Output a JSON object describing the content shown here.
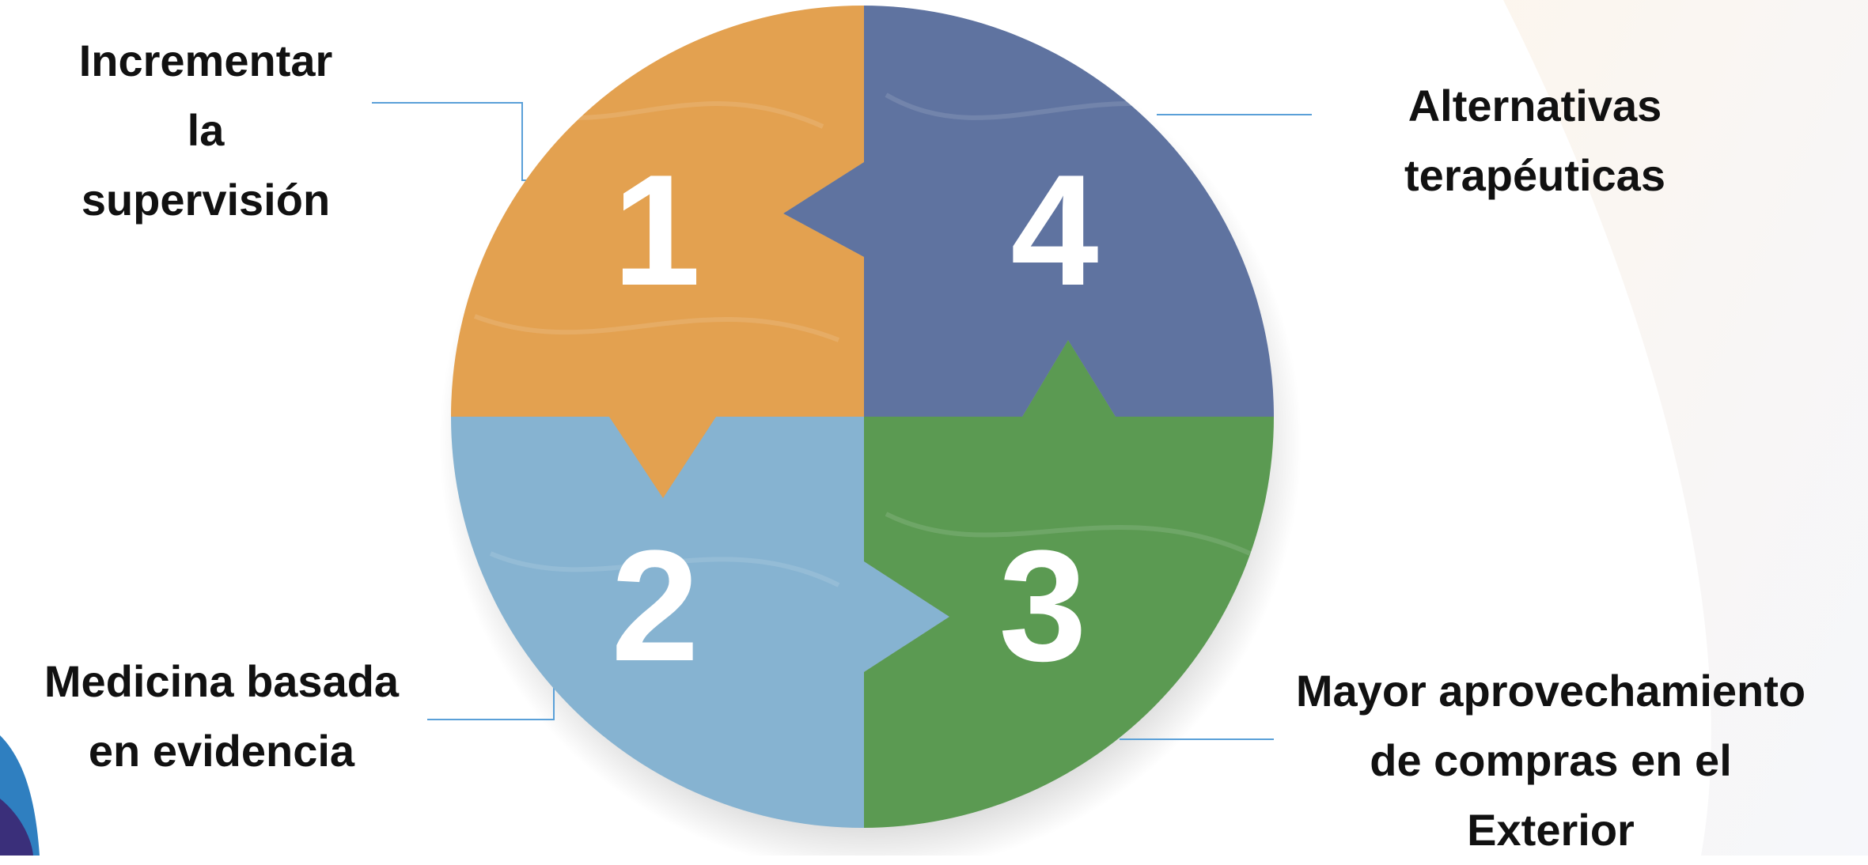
{
  "segments": [
    {
      "number": "1",
      "label_lines": [
        "Incrementar",
        "la",
        "supervisión"
      ],
      "color": "#E3A150"
    },
    {
      "number": "2",
      "label_lines": [
        "Medicina basada",
        "en evidencia"
      ],
      "color": "#86B3D1"
    },
    {
      "number": "3",
      "label_lines": [
        "Mayor aprovechamiento",
        "de compras en el",
        "Exterior"
      ],
      "color": "#5B9A52"
    },
    {
      "number": "4",
      "label_lines": [
        "Alternativas",
        "terapéuticas"
      ],
      "color": "#5F73A0"
    }
  ],
  "connector_color": "#5AA0D8"
}
